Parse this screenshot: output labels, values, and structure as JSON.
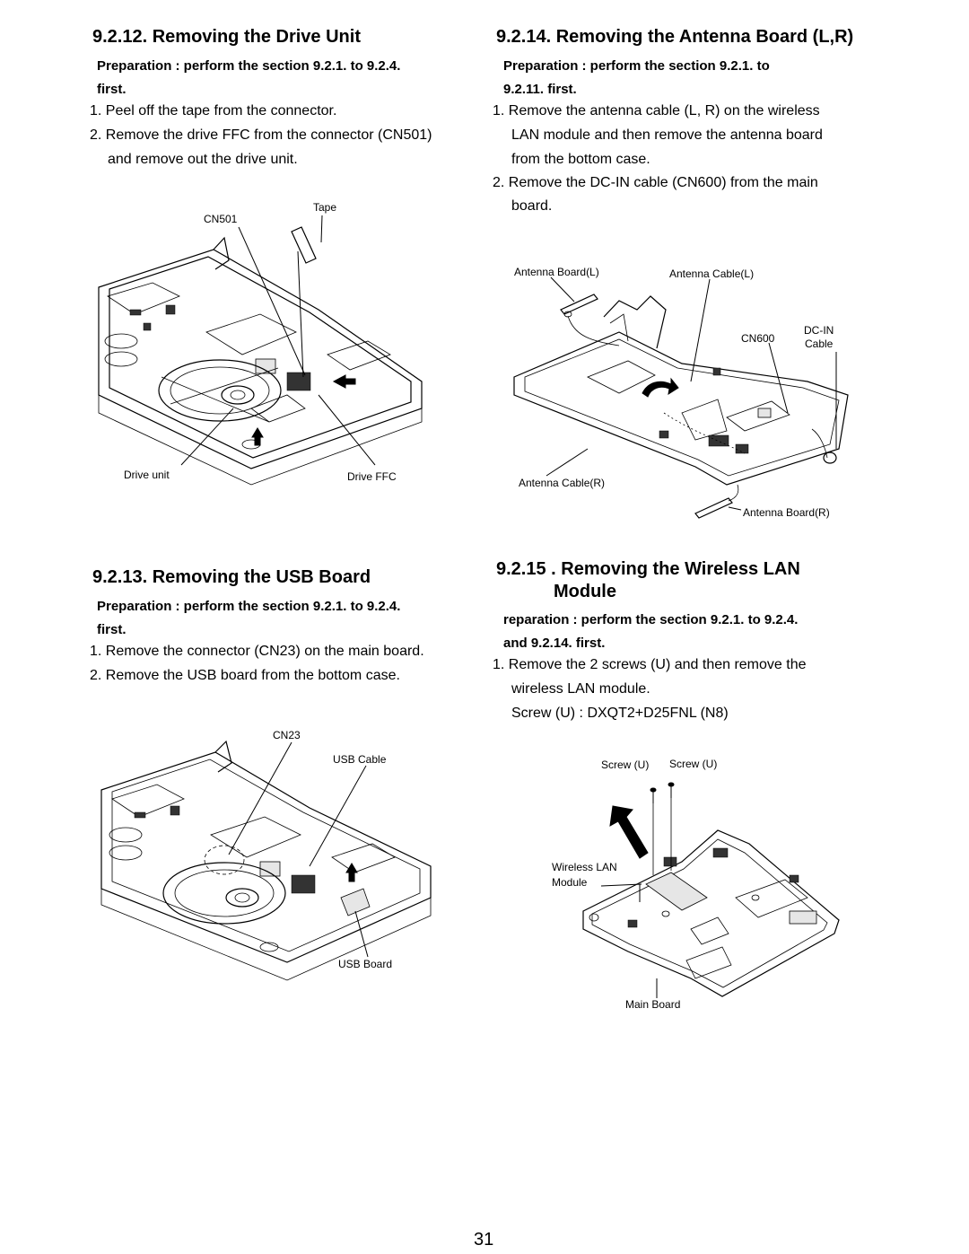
{
  "sections": {
    "drive": {
      "title": "9.2.12. Removing the Drive Unit",
      "prep_line1": "Preparation : perform the section 9.2.1. to 9.2.4.",
      "prep_line2": "first.",
      "steps": [
        "1. Peel off the tape from the connector.",
        "2. Remove the drive FFC from the connector (CN501)",
        "and remove out the drive unit."
      ],
      "labels": {
        "tape": "Tape",
        "cn501": "CN501",
        "drive_unit": "Drive unit",
        "drive_ffc": "Drive FFC"
      }
    },
    "antenna": {
      "title": "9.2.14. Removing the Antenna Board (L,R)",
      "prep_line1": "Preparation : perform the section 9.2.1. to",
      "prep_line2": "9.2.11. first.",
      "steps": [
        "1. Remove the antenna cable (L, R) on the wireless",
        "LAN module and then remove the antenna board",
        "from the bottom case.",
        "2. Remove the DC-IN cable (CN600) from the main",
        "board."
      ],
      "labels": {
        "board_l": "Antenna Board(L)",
        "cable_l": "Antenna Cable(L)",
        "cn600": "CN600",
        "dcin_1": "DC-IN",
        "dcin_2": "Cable",
        "cable_r": "Antenna Cable(R)",
        "board_r": "Antenna Board(R)"
      }
    },
    "usb": {
      "title": "9.2.13. Removing the USB Board",
      "prep_line1": "Preparation : perform the section 9.2.1. to 9.2.4.",
      "prep_line2": "first.",
      "steps": [
        "1. Remove the connector (CN23) on the main board.",
        "2. Remove the USB board from the bottom case."
      ],
      "labels": {
        "cn23": "CN23",
        "usb_cable": "USB Cable",
        "usb_board": "USB Board"
      }
    },
    "wlan": {
      "title_line1": "9.2.15 . Removing the Wireless LAN",
      "title_line2": "Module",
      "prep_line1": "reparation : perform the section 9.2.1. to 9.2.4.",
      "prep_line2": "and 9.2.14. first.",
      "steps": [
        "1. Remove the 2 screws (U) and then remove the",
        "wireless LAN module.",
        "Screw (U) : DXQT2+D25FNL (N8)"
      ],
      "labels": {
        "screw_u1": "Screw (U)",
        "screw_u2": "Screw (U)",
        "wlan_1": "Wireless LAN",
        "wlan_2": "Module",
        "main_board": "Main Board"
      }
    }
  },
  "page_number": "31"
}
